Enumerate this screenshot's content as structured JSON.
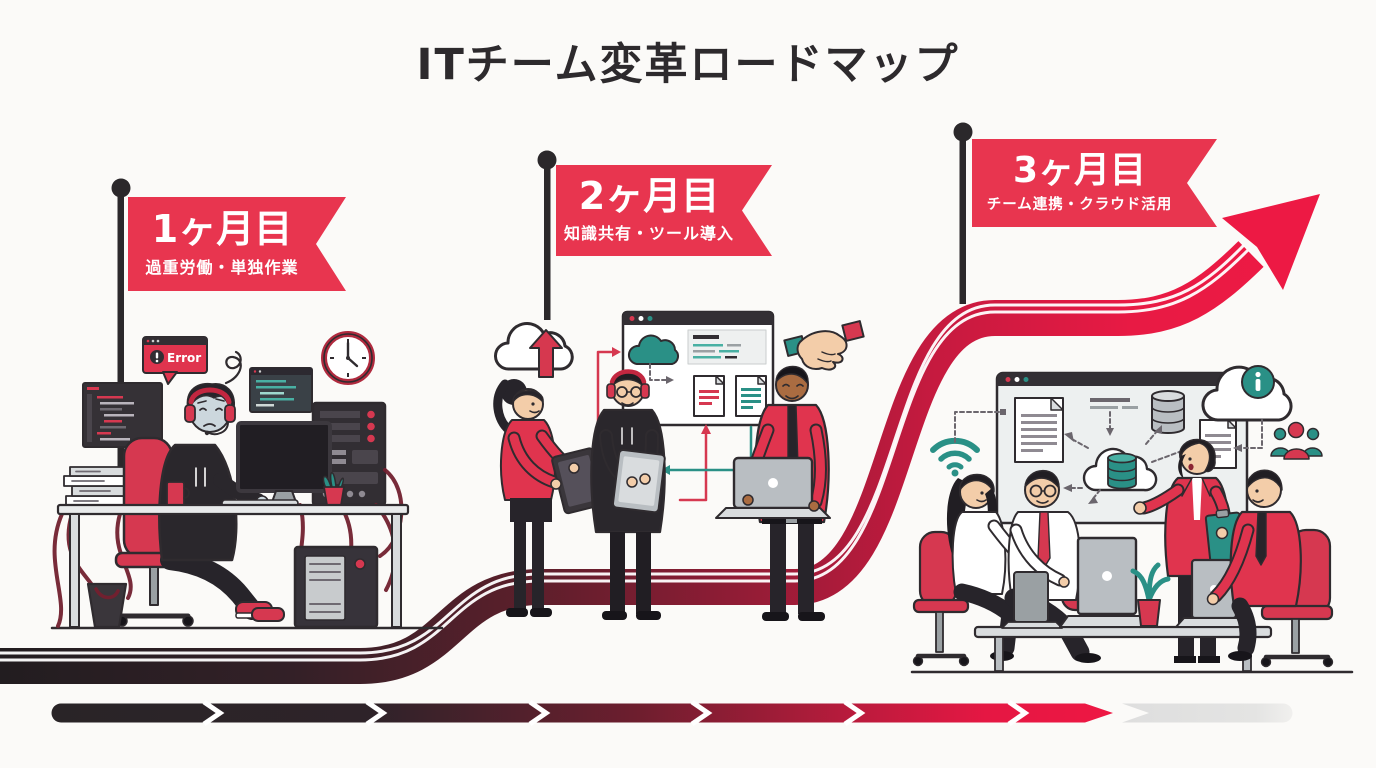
{
  "title": "ITチーム変革ロードマップ",
  "milestones": [
    {
      "label": "1ヶ月目",
      "subtitle": "過重労働・単独作業"
    },
    {
      "label": "2ヶ月目",
      "subtitle": "知識共有・ツール導入"
    },
    {
      "label": "3ヶ月目",
      "subtitle": "チーム連携・クラウド活用"
    }
  ],
  "scene1": {
    "name": "month1-overwork-solo-work",
    "error_label": "Error",
    "icons": [
      "error-popup-icon",
      "stress-scribble-icon",
      "code-window-icon",
      "terminal-window-icon",
      "wall-clock-icon",
      "server-rack-icon",
      "desktop-tower-icon",
      "paper-stack-icon",
      "trash-bucket-icon",
      "coffee-mug-icon",
      "plant-icon",
      "monitor-icon",
      "headphones-icon"
    ]
  },
  "scene2": {
    "name": "month2-knowledge-sharing-tools",
    "icons": [
      "cloud-upload-icon",
      "browser-window-icon",
      "cloud-icon",
      "document-red-icon",
      "document-teal-icon",
      "handshake-icon",
      "tablet-icon",
      "laptop-icon"
    ]
  },
  "scene3": {
    "name": "month3-team-collaboration-cloud",
    "icons": [
      "wifi-icon",
      "whiteboard-icon",
      "document-icon",
      "database-icon",
      "cloud-database-icon",
      "cloud-info-icon",
      "team-icon",
      "clipboard-icon",
      "laptop-icon",
      "plant-icon"
    ]
  },
  "road": {
    "description": "ascending road from dark start to red arrow",
    "start_color": "#221d20",
    "mid_color": "#7a1f2e",
    "end_color": "#ee1944"
  },
  "progress_bar": {
    "segment_count": 7,
    "completed_color_start": "#292427",
    "completed_color_end": "#ee1743",
    "remaining_color": "#e2e2e2"
  },
  "colors": {
    "background": "#fbfaf8",
    "flag_red": "#e8354f",
    "accent_red": "#d63850",
    "teal": "#2a9086",
    "ink": "#2f2b2f",
    "title": "#2d2a2d"
  }
}
